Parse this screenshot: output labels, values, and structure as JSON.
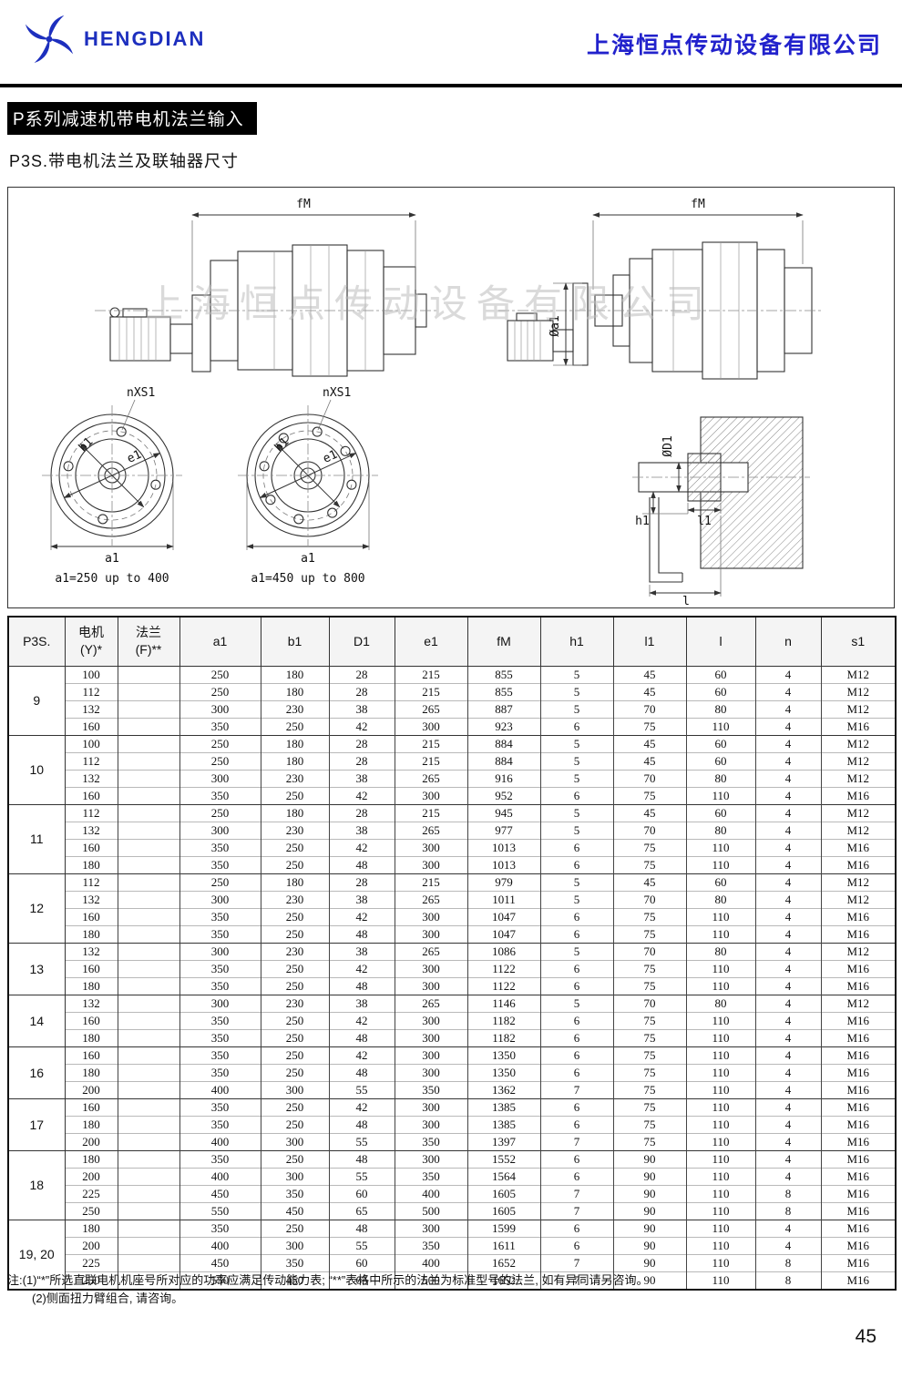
{
  "header": {
    "logo_text": "HENGDIAN",
    "company_name": "上海恒点传动设备有限公司"
  },
  "titles": {
    "section_title": "P系列减速机带电机法兰输入",
    "subtitle": "P3S.带电机法兰及联轴器尺寸"
  },
  "drawing": {
    "watermark": "上海恒点传动设备有限公司",
    "labels": {
      "fm": "fM",
      "nxs1": "nXS1",
      "b1": "b1",
      "e1": "e1",
      "a1": "a1",
      "dia_a1": "Øa1",
      "dia_d1": "ØD1",
      "h1": "h1",
      "l1": "l1",
      "l": "l",
      "caption_small": "a1=250 up to 400",
      "caption_large": "a1=450 up to 800"
    }
  },
  "table": {
    "headers": {
      "p3s": "P3S.",
      "motor": [
        "电机",
        "(Y)*"
      ],
      "flange": [
        "法兰",
        "(F)**"
      ],
      "dims": [
        "a1",
        "b1",
        "D1",
        "e1",
        "fM",
        "h1",
        "l1",
        "l",
        "n",
        "s1"
      ]
    },
    "groups": [
      {
        "size": "9",
        "rows": [
          {
            "motor": "100",
            "vals": [
              "250",
              "180",
              "28",
              "215",
              "855",
              "5",
              "45",
              "60",
              "4",
              "M12"
            ]
          },
          {
            "motor": "112",
            "vals": [
              "250",
              "180",
              "28",
              "215",
              "855",
              "5",
              "45",
              "60",
              "4",
              "M12"
            ]
          },
          {
            "motor": "132",
            "vals": [
              "300",
              "230",
              "38",
              "265",
              "887",
              "5",
              "70",
              "80",
              "4",
              "M12"
            ]
          },
          {
            "motor": "160",
            "vals": [
              "350",
              "250",
              "42",
              "300",
              "923",
              "6",
              "75",
              "110",
              "4",
              "M16"
            ]
          }
        ]
      },
      {
        "size": "10",
        "rows": [
          {
            "motor": "100",
            "vals": [
              "250",
              "180",
              "28",
              "215",
              "884",
              "5",
              "45",
              "60",
              "4",
              "M12"
            ]
          },
          {
            "motor": "112",
            "vals": [
              "250",
              "180",
              "28",
              "215",
              "884",
              "5",
              "45",
              "60",
              "4",
              "M12"
            ]
          },
          {
            "motor": "132",
            "vals": [
              "300",
              "230",
              "38",
              "265",
              "916",
              "5",
              "70",
              "80",
              "4",
              "M12"
            ]
          },
          {
            "motor": "160",
            "vals": [
              "350",
              "250",
              "42",
              "300",
              "952",
              "6",
              "75",
              "110",
              "4",
              "M16"
            ]
          }
        ]
      },
      {
        "size": "11",
        "rows": [
          {
            "motor": "112",
            "vals": [
              "250",
              "180",
              "28",
              "215",
              "945",
              "5",
              "45",
              "60",
              "4",
              "M12"
            ]
          },
          {
            "motor": "132",
            "vals": [
              "300",
              "230",
              "38",
              "265",
              "977",
              "5",
              "70",
              "80",
              "4",
              "M12"
            ]
          },
          {
            "motor": "160",
            "vals": [
              "350",
              "250",
              "42",
              "300",
              "1013",
              "6",
              "75",
              "110",
              "4",
              "M16"
            ]
          },
          {
            "motor": "180",
            "vals": [
              "350",
              "250",
              "48",
              "300",
              "1013",
              "6",
              "75",
              "110",
              "4",
              "M16"
            ]
          }
        ]
      },
      {
        "size": "12",
        "rows": [
          {
            "motor": "112",
            "vals": [
              "250",
              "180",
              "28",
              "215",
              "979",
              "5",
              "45",
              "60",
              "4",
              "M12"
            ]
          },
          {
            "motor": "132",
            "vals": [
              "300",
              "230",
              "38",
              "265",
              "1011",
              "5",
              "70",
              "80",
              "4",
              "M12"
            ]
          },
          {
            "motor": "160",
            "vals": [
              "350",
              "250",
              "42",
              "300",
              "1047",
              "6",
              "75",
              "110",
              "4",
              "M16"
            ]
          },
          {
            "motor": "180",
            "vals": [
              "350",
              "250",
              "48",
              "300",
              "1047",
              "6",
              "75",
              "110",
              "4",
              "M16"
            ]
          }
        ]
      },
      {
        "size": "13",
        "rows": [
          {
            "motor": "132",
            "vals": [
              "300",
              "230",
              "38",
              "265",
              "1086",
              "5",
              "70",
              "80",
              "4",
              "M12"
            ]
          },
          {
            "motor": "160",
            "vals": [
              "350",
              "250",
              "42",
              "300",
              "1122",
              "6",
              "75",
              "110",
              "4",
              "M16"
            ]
          },
          {
            "motor": "180",
            "vals": [
              "350",
              "250",
              "48",
              "300",
              "1122",
              "6",
              "75",
              "110",
              "4",
              "M16"
            ]
          }
        ]
      },
      {
        "size": "14",
        "rows": [
          {
            "motor": "132",
            "vals": [
              "300",
              "230",
              "38",
              "265",
              "1146",
              "5",
              "70",
              "80",
              "4",
              "M12"
            ]
          },
          {
            "motor": "160",
            "vals": [
              "350",
              "250",
              "42",
              "300",
              "1182",
              "6",
              "75",
              "110",
              "4",
              "M16"
            ]
          },
          {
            "motor": "180",
            "vals": [
              "350",
              "250",
              "48",
              "300",
              "1182",
              "6",
              "75",
              "110",
              "4",
              "M16"
            ]
          }
        ]
      },
      {
        "size": "16",
        "rows": [
          {
            "motor": "160",
            "vals": [
              "350",
              "250",
              "42",
              "300",
              "1350",
              "6",
              "75",
              "110",
              "4",
              "M16"
            ]
          },
          {
            "motor": "180",
            "vals": [
              "350",
              "250",
              "48",
              "300",
              "1350",
              "6",
              "75",
              "110",
              "4",
              "M16"
            ]
          },
          {
            "motor": "200",
            "vals": [
              "400",
              "300",
              "55",
              "350",
              "1362",
              "7",
              "75",
              "110",
              "4",
              "M16"
            ]
          }
        ]
      },
      {
        "size": "17",
        "rows": [
          {
            "motor": "160",
            "vals": [
              "350",
              "250",
              "42",
              "300",
              "1385",
              "6",
              "75",
              "110",
              "4",
              "M16"
            ]
          },
          {
            "motor": "180",
            "vals": [
              "350",
              "250",
              "48",
              "300",
              "1385",
              "6",
              "75",
              "110",
              "4",
              "M16"
            ]
          },
          {
            "motor": "200",
            "vals": [
              "400",
              "300",
              "55",
              "350",
              "1397",
              "7",
              "75",
              "110",
              "4",
              "M16"
            ]
          }
        ]
      },
      {
        "size": "18",
        "rows": [
          {
            "motor": "180",
            "vals": [
              "350",
              "250",
              "48",
              "300",
              "1552",
              "6",
              "90",
              "110",
              "4",
              "M16"
            ]
          },
          {
            "motor": "200",
            "vals": [
              "400",
              "300",
              "55",
              "350",
              "1564",
              "6",
              "90",
              "110",
              "4",
              "M16"
            ]
          },
          {
            "motor": "225",
            "vals": [
              "450",
              "350",
              "60",
              "400",
              "1605",
              "7",
              "90",
              "110",
              "8",
              "M16"
            ]
          },
          {
            "motor": "250",
            "vals": [
              "550",
              "450",
              "65",
              "500",
              "1605",
              "7",
              "90",
              "110",
              "8",
              "M16"
            ]
          }
        ]
      },
      {
        "size": "19, 20",
        "rows": [
          {
            "motor": "180",
            "vals": [
              "350",
              "250",
              "48",
              "300",
              "1599",
              "6",
              "90",
              "110",
              "4",
              "M16"
            ]
          },
          {
            "motor": "200",
            "vals": [
              "400",
              "300",
              "55",
              "350",
              "1611",
              "6",
              "90",
              "110",
              "4",
              "M16"
            ]
          },
          {
            "motor": "225",
            "vals": [
              "450",
              "350",
              "60",
              "400",
              "1652",
              "7",
              "90",
              "110",
              "8",
              "M16"
            ]
          },
          {
            "motor": "250",
            "vals": [
              "550",
              "450",
              "65",
              "500",
              "1652",
              "7",
              "90",
              "110",
              "8",
              "M16"
            ]
          }
        ]
      }
    ]
  },
  "notes": {
    "line1": "注:(1)“*”所选直联电机机座号所对应的功率应满足传动能力表; “**”表格中所示的法兰为标准型号的法兰, 如有异同请另咨询。",
    "line2": "(2)侧面扭力臂组合, 请咨询。"
  },
  "page_number": "45"
}
